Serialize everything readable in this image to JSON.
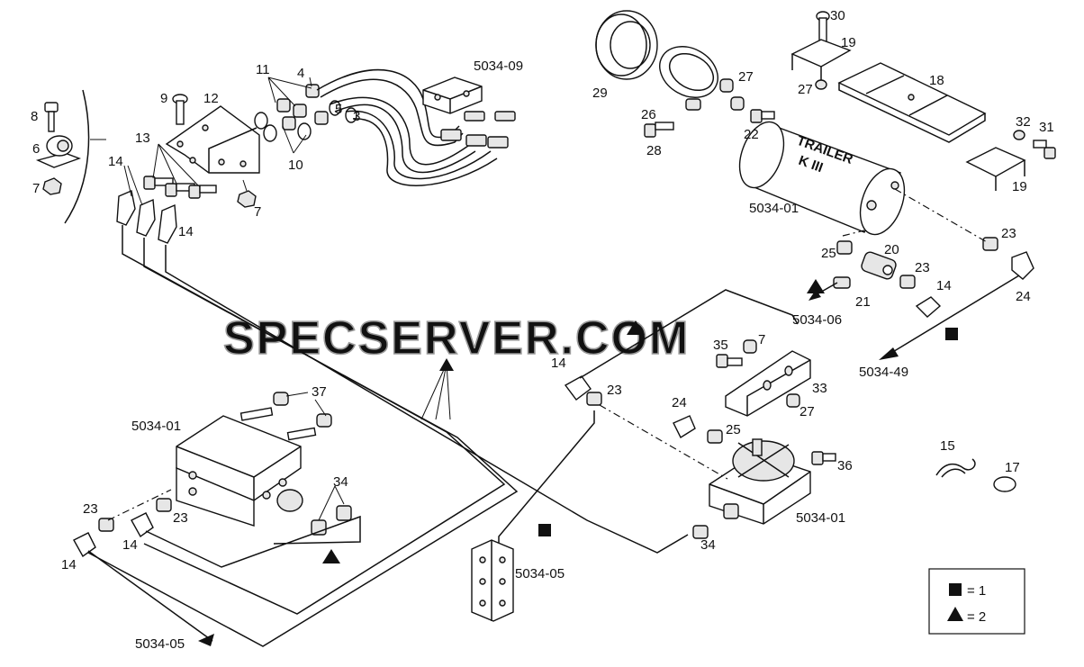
{
  "watermark": "SPECSERVER.COM",
  "tank": {
    "line1": "TRAILER",
    "line2": "K III"
  },
  "callouts": {
    "c3": "3",
    "c4": "4",
    "c5": "5",
    "c6": "6",
    "c7a": "7",
    "c7b": "7",
    "c7c": "7",
    "c8": "8",
    "c9": "9",
    "c10": "10",
    "c11": "11",
    "c12": "12",
    "c13": "13",
    "c14a": "14",
    "c14b": "14",
    "c14c": "14",
    "c14d": "14",
    "c14e": "14",
    "c14f": "14",
    "c15": "15",
    "c17": "17",
    "c18": "18",
    "c19a": "19",
    "c19b": "19",
    "c20": "20",
    "c21": "21",
    "c22": "22",
    "c23a": "23",
    "c23b": "23",
    "c23c": "23",
    "c23d": "23",
    "c23e": "23",
    "c24a": "24",
    "c24b": "24",
    "c25a": "25",
    "c25b": "25",
    "c26": "26",
    "c27a": "27",
    "c27b": "27",
    "c27c": "27",
    "c28": "28",
    "c29": "29",
    "c30": "30",
    "c31": "31",
    "c32": "32",
    "c33": "33",
    "c34a": "34",
    "c34b": "34",
    "c35": "35",
    "c36": "36",
    "c37": "37"
  },
  "refs": {
    "r503409": "5034-09",
    "r503401a": "5034-01",
    "r503401b": "5034-01",
    "r503401c": "5034-01",
    "r503406": "5034-06",
    "r503449": "5034-49",
    "r503405a": "5034-05",
    "r503405b": "5034-05"
  },
  "legend": {
    "items": [
      {
        "symbol": "square",
        "text": "= 1"
      },
      {
        "symbol": "triangle",
        "text": "= 2"
      }
    ]
  }
}
